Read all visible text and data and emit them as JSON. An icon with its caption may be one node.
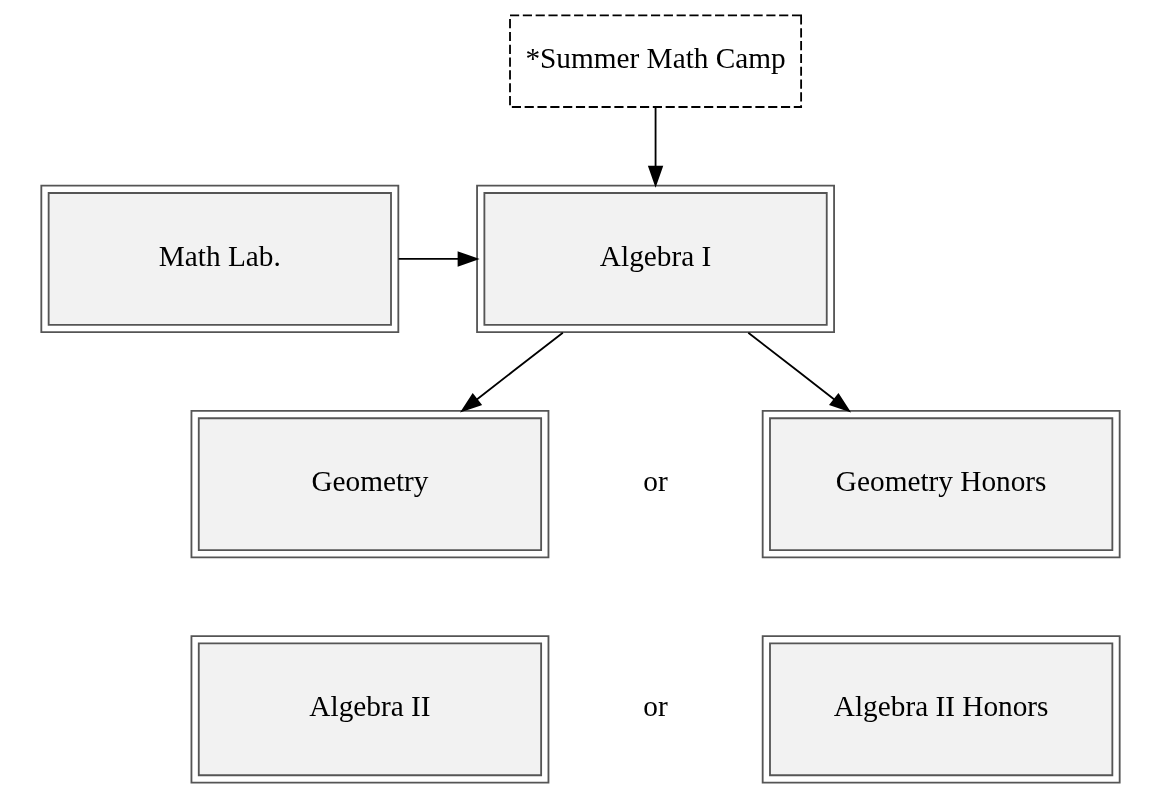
{
  "diagram": {
    "nodes": [
      {
        "text": [
          "*Summer Math Camp"
        ]
      },
      {
        "text": [
          "Algebra I"
        ]
      },
      {
        "text": [
          "Math Lab."
        ]
      },
      {
        "text": [
          "Geometry"
        ]
      },
      {
        "text": [
          "Geometry Honors"
        ]
      },
      {
        "text": [
          "Algebra II"
        ]
      },
      {
        "text": [
          "Algebra II Honors"
        ]
      }
    ],
    "edges": [
      {
        "from": 0,
        "to": 1,
        "arrow": "to"
      },
      {
        "from": 2,
        "to": 1,
        "arrow": "to"
      },
      {
        "from": 1,
        "to": 3,
        "arrow": "to"
      },
      {
        "from": 1,
        "to": 4,
        "arrow": "to"
      }
    ],
    "labels": [
      "or",
      "or"
    ]
  }
}
